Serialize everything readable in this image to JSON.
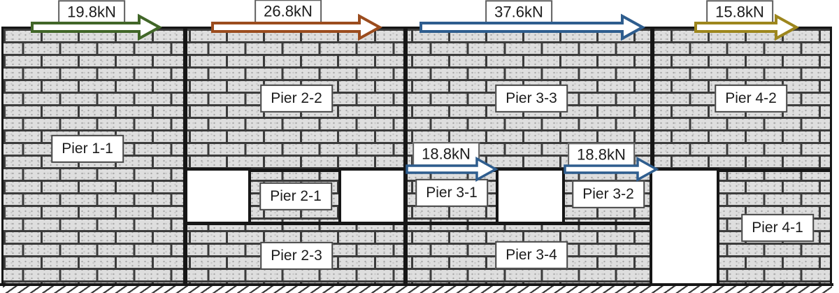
{
  "top_forces": [
    {
      "label": "19.8kN",
      "color": "#416628"
    },
    {
      "label": "26.8kN",
      "color": "#9b4c1e"
    },
    {
      "label": "37.6kN",
      "color": "#2e5d8e"
    },
    {
      "label": "15.8kN",
      "color": "#9d861d"
    }
  ],
  "mid_forces": [
    {
      "label": "18.8kN",
      "color": "#2e5d8e"
    },
    {
      "label": "18.8kN",
      "color": "#2e5d8e"
    }
  ],
  "pier_labels": {
    "pier_1_1": "Pier 1-1",
    "pier_2_2": "Pier 2-2",
    "pier_2_1": "Pier 2-1",
    "pier_2_3": "Pier 2-3",
    "pier_3_3": "Pier 3-3",
    "pier_3_1": "Pier 3-1",
    "pier_3_2": "Pier 3-2",
    "pier_3_4": "Pier 3-4",
    "pier_4_2": "Pier 4-2",
    "pier_4_1": "Pier 4-1"
  },
  "palette": {
    "brick_fill": "#dedede",
    "mortar": "#3c3c3c",
    "wall_outline": "#161616",
    "pier_label_border": "#454545",
    "force_label_border": "#606060"
  }
}
